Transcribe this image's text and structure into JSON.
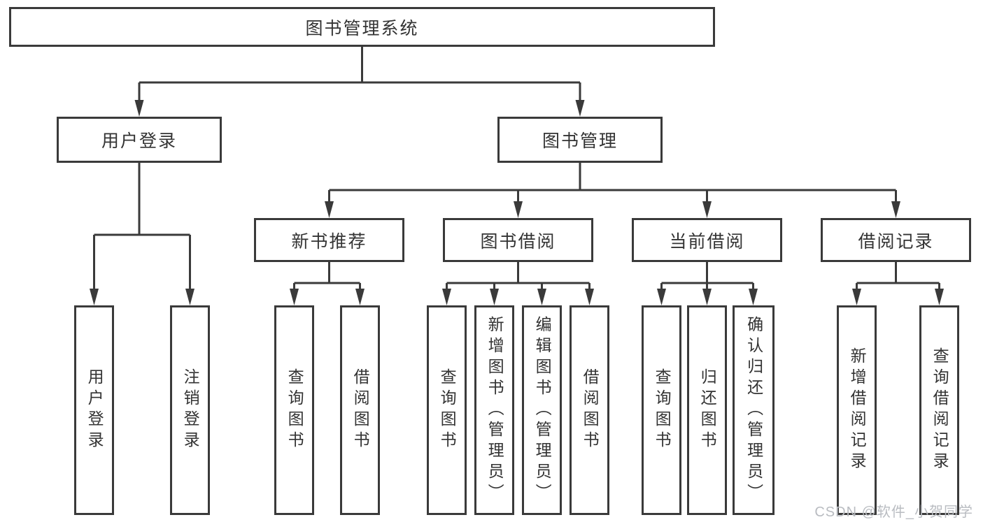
{
  "tree": {
    "root": "图书管理系统",
    "level2": [
      {
        "label": "用户登录"
      },
      {
        "label": "图书管理"
      }
    ],
    "level3": [
      {
        "label": "新书推荐"
      },
      {
        "label": "图书借阅"
      },
      {
        "label": "当前借阅"
      },
      {
        "label": "借阅记录"
      }
    ],
    "leaves": {
      "user_login": [
        "用户登录",
        "注销登录"
      ],
      "new_book_recommend": [
        "查询图书",
        "借阅图书"
      ],
      "book_borrow": [
        "查询图书",
        "新增图书（管理员）",
        "编辑图书（管理员）",
        "借阅图书"
      ],
      "current_borrow": [
        "查询图书",
        "归还图书",
        "确认归还（管理员）"
      ],
      "borrow_record": [
        "新增借阅记录",
        "查询借阅记录"
      ]
    }
  },
  "watermark": {
    "text": "CSDN @软件_小贺同学",
    "color": "#b9bcc1"
  },
  "colors": {
    "line": "#3a3a3a",
    "text": "#333333",
    "background": "#ffffff"
  }
}
